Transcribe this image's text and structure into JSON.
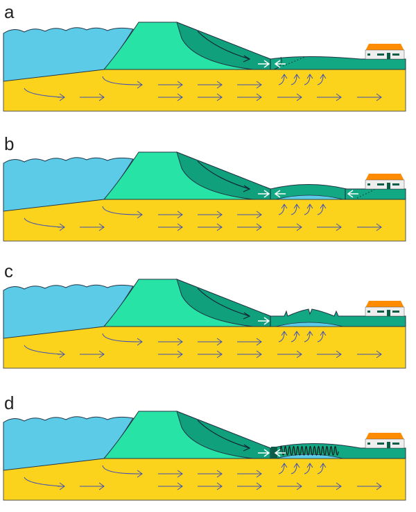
{
  "panels": [
    {
      "label": "a",
      "variant": "seepage"
    },
    {
      "label": "b",
      "variant": "uplift"
    },
    {
      "label": "c",
      "variant": "cracking"
    },
    {
      "label": "d",
      "variant": "piping"
    }
  ],
  "colors": {
    "water": "#5ccbe8",
    "dike": "#27e3a6",
    "dike_slip": "#11a07c",
    "polder_layer": "#12a883",
    "sand": "#fcd31c",
    "flow_arrow": "#3e4fb8",
    "roof": "#ff8c00",
    "house": "#eeeeee"
  }
}
